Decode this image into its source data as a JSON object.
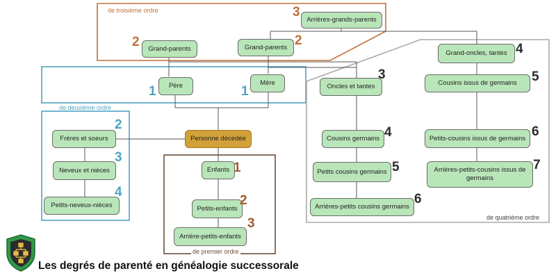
{
  "title": "Les degrés de parenté en généalogie successorale",
  "logo": "genealogy-shield-logo",
  "colors": {
    "node_fill": "#b9e6b9",
    "center_fill": "#d2a13a",
    "troisieme": "#c0703a",
    "deuxieme": "#4fa3c2",
    "premier": "#6b4f3a",
    "quatrieme": "#aaaaaa"
  },
  "regions": {
    "troisieme": "de troisième ordre",
    "deuxieme": "de deuxième ordre",
    "premier": "de premier ordre",
    "quatrieme": "de quatrième ordre"
  },
  "nodes": {
    "arriere_grands_parents": {
      "label": "Arrières-grands-parents",
      "degree": "3"
    },
    "grand_parents_pere": {
      "label": "Grand-parents",
      "degree": "2"
    },
    "grand_parents_mere": {
      "label": "Grand-parents",
      "degree": "2"
    },
    "pere": {
      "label": "Père",
      "degree": "1"
    },
    "mere": {
      "label": "Mère",
      "degree": "1"
    },
    "personne_decedee": {
      "label": "Personne décédée"
    },
    "freres_soeurs": {
      "label": "Frères et soeurs",
      "degree": "2"
    },
    "neveux_nieces": {
      "label": "Neveux et nièces",
      "degree": "3"
    },
    "petits_neveux_nieces": {
      "label": "Petits-neveux-nièces",
      "degree": "4"
    },
    "enfants": {
      "label": "Enfants",
      "degree": "1"
    },
    "petits_enfants": {
      "label": "Petits-enfants",
      "degree": "2"
    },
    "arriere_petits_enfants": {
      "label": "Arrière-petits-enfants",
      "degree": "3"
    },
    "oncles_tantes": {
      "label": "Oncles et tantes",
      "degree": "3"
    },
    "cousins_germains": {
      "label": "Cousins germains",
      "degree": "4"
    },
    "petits_cousins_germains": {
      "label": "Petits cousins germains",
      "degree": "5"
    },
    "arriere_petits_cousins_germains": {
      "label": "Arrières-petits cousins germains",
      "degree": "6"
    },
    "grand_oncles_tantes": {
      "label": "Grand-oncles, tantes",
      "degree": "4"
    },
    "cousins_issus_germains": {
      "label": "Cousins issus de germains",
      "degree": "5"
    },
    "petits_cousins_issus_germains": {
      "label": "Petits-cousins issus de germains",
      "degree": "6"
    },
    "arriere_petits_cousins_issus_germains": {
      "label": "Arrières-petits-cousins issus de germains",
      "degree": "7"
    }
  }
}
